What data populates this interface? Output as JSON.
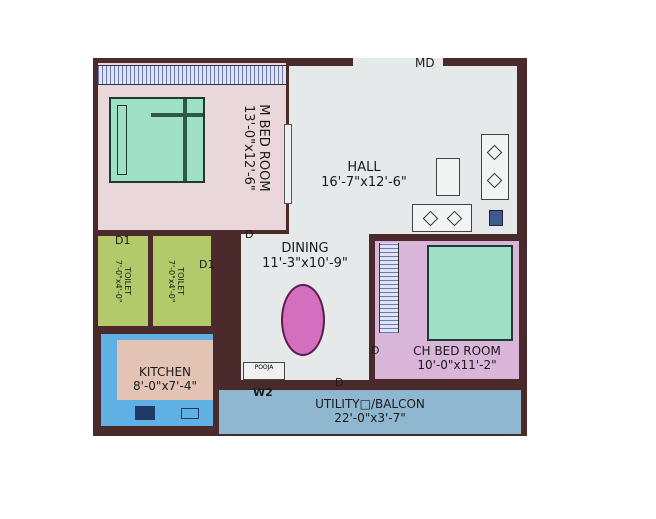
{
  "plan": {
    "main_door": "MD",
    "rooms": {
      "master_bedroom": {
        "name": "M BED ROOM",
        "size": "13'-0\"x12'-6\"",
        "color": "#ead7db"
      },
      "hall": {
        "name": "HALL",
        "size": "16'-7\"x12'-6\"",
        "color": "#e6e9ea"
      },
      "dining": {
        "name": "DINING",
        "size": "11'-3\"x10'-9\"",
        "color": "#e6e9ea"
      },
      "toilet_1": {
        "name": "TOILET",
        "size": "7'-0\"x4'-0\"",
        "color": "#b3c96a"
      },
      "toilet_2": {
        "name": "TOILET",
        "size": "7'-0\"x4'-0\"",
        "color": "#b3c96a"
      },
      "kitchen": {
        "name": "KITCHEN",
        "size": "8'-0\"x7'-4\"",
        "color": "#e3c3b4"
      },
      "child_bedroom": {
        "name": "CH BED ROOM",
        "size": "10'-0\"x11'-2\"",
        "color": "#d9b5d9"
      },
      "utility_balcony": {
        "name": "UTILITY□/BALCON",
        "size": "22'-0\"x3'-7\"",
        "color": "#8fb7cf"
      },
      "pooja": {
        "name": "POOJA"
      }
    },
    "door_labels": {
      "mbed_door": "D",
      "toilet1_door": "D1",
      "toilet2_door": "D1",
      "chbed_door": "D",
      "utility_door": "D",
      "window_w2": "W2"
    },
    "wall_color": "#4a2a2b",
    "bed_color": "#9fe0c7",
    "table_color": "#d46fc0"
  }
}
